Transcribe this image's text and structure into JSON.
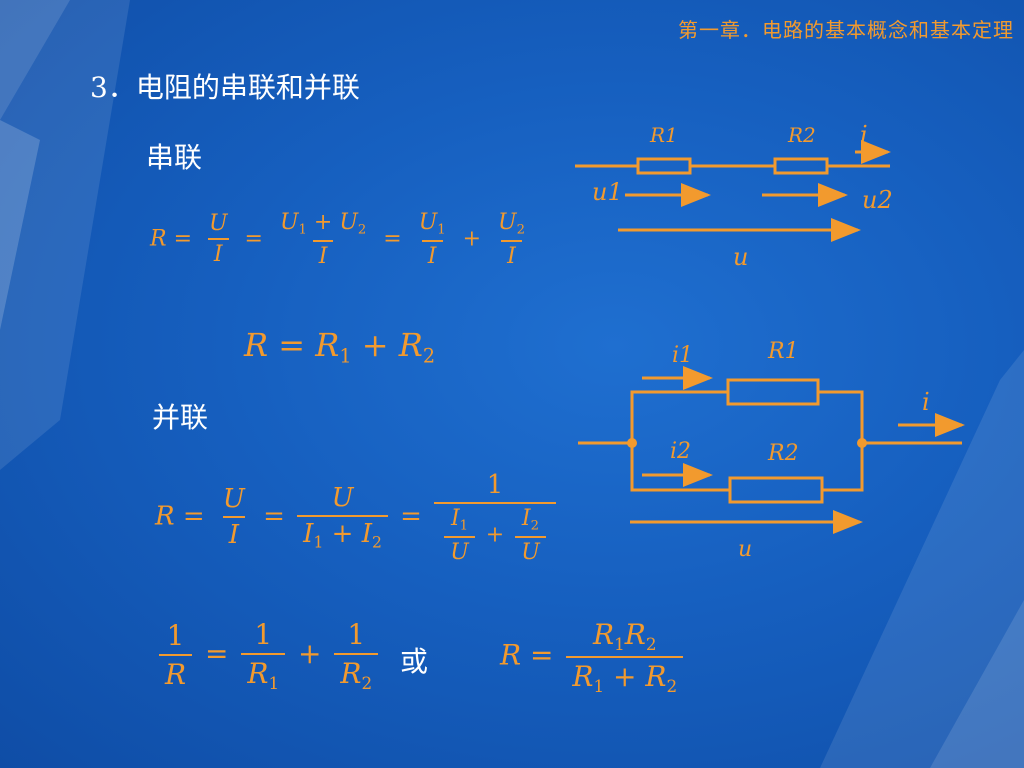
{
  "header": "第一章．电路的基本概念和基本定理",
  "title": "3．电阻的串联和并联",
  "series_label": "串联",
  "parallel_label": "并联",
  "or_label": "或",
  "colors": {
    "accent": "#f29a2e",
    "text": "#ffffff"
  },
  "chart_data": {
    "type": "diagram",
    "series_circuit": {
      "resistor_labels": [
        "R1",
        "R2"
      ],
      "current": "i",
      "voltages": [
        "u1",
        "u2",
        "u"
      ]
    },
    "parallel_circuit": {
      "resistor_labels": [
        "R1",
        "R2"
      ],
      "currents": [
        "i1",
        "i2",
        "i"
      ],
      "voltage": "u"
    }
  }
}
